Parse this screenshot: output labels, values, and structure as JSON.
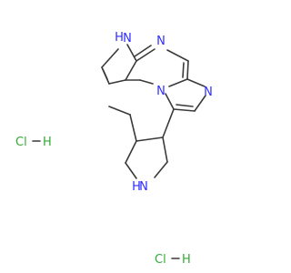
{
  "colors": {
    "bond": "#3a3a3a",
    "nitrogen": "#2d2dff",
    "chlorine": "#33aa33",
    "hydrogen_label": "#3a3a3a"
  },
  "labels": {
    "n_pyrrole_h": "H",
    "n_pyrrole_n": "N",
    "n_pyrazine_top": "N",
    "n_bridge": "N",
    "n_imidazole": "N",
    "n_pyrrolidine_n": "N",
    "n_pyrrolidine_h": "H"
  },
  "salts": [
    {
      "cl": "Cl",
      "h": "H"
    },
    {
      "cl": "Cl",
      "h": "H"
    }
  ]
}
